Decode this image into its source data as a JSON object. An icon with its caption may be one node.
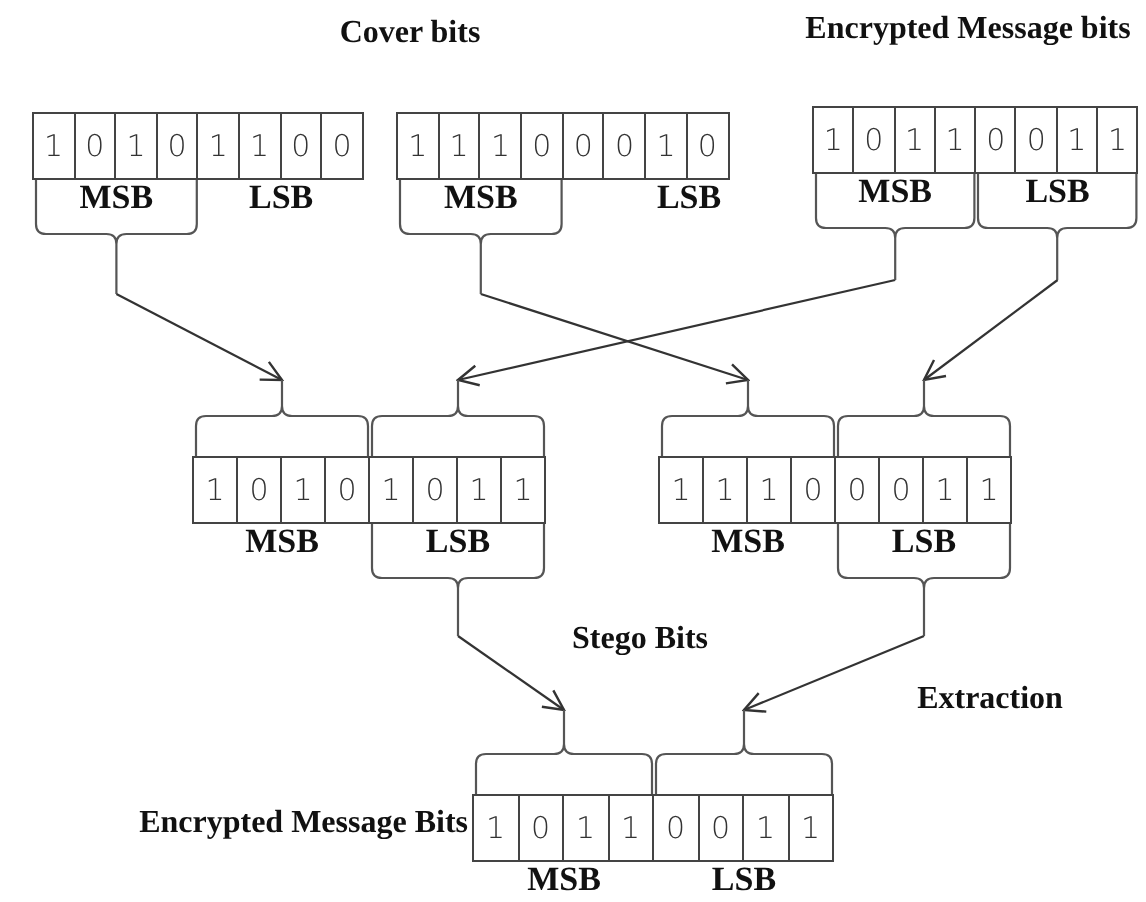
{
  "diagram": {
    "nodes": [
      {
        "text": [
          "1",
          "0",
          "1",
          "0",
          "MSB"
        ]
      },
      {
        "text": [
          "1",
          "1",
          "0",
          "0",
          "LSB"
        ]
      },
      {
        "text": [
          "1",
          "1",
          "1",
          "0",
          "MSB"
        ]
      },
      {
        "text": [
          "0",
          "0",
          "1",
          "0",
          "LSB"
        ]
      },
      {
        "text": [
          "1",
          "0",
          "1",
          "1",
          "MSB"
        ]
      },
      {
        "text": [
          "0",
          "0",
          "1",
          "1",
          "LSB"
        ]
      },
      {
        "text": [
          "1",
          "0",
          "1",
          "0",
          "MSB"
        ]
      },
      {
        "text": [
          "1",
          "0",
          "1",
          "1",
          "LSB"
        ]
      },
      {
        "text": [
          "1",
          "1",
          "1",
          "0",
          "MSB"
        ]
      },
      {
        "text": [
          "0",
          "0",
          "1",
          "1",
          "LSB"
        ]
      },
      {
        "text": [
          "1",
          "0",
          "1",
          "1",
          "MSB"
        ],
        "beside": [
          "Encrypted Message Bits"
        ]
      },
      {
        "text": [
          "0",
          "0",
          "1",
          "1",
          "LSB"
        ]
      }
    ],
    "edges": [
      {
        "from": 0,
        "to": 6,
        "arrow": "to"
      },
      {
        "from": 2,
        "to": 8,
        "arrow": "to"
      },
      {
        "from": 4,
        "to": 7,
        "arrow": "to"
      },
      {
        "from": 5,
        "to": 9,
        "arrow": "to"
      },
      {
        "from": 7,
        "to": 10,
        "arrow": "to"
      },
      {
        "from": 9,
        "to": 11,
        "arrow": "to"
      }
    ],
    "labels": [
      "Cover bits",
      "Encrypted Message bits",
      "Stego Bits",
      "Extraction"
    ]
  }
}
